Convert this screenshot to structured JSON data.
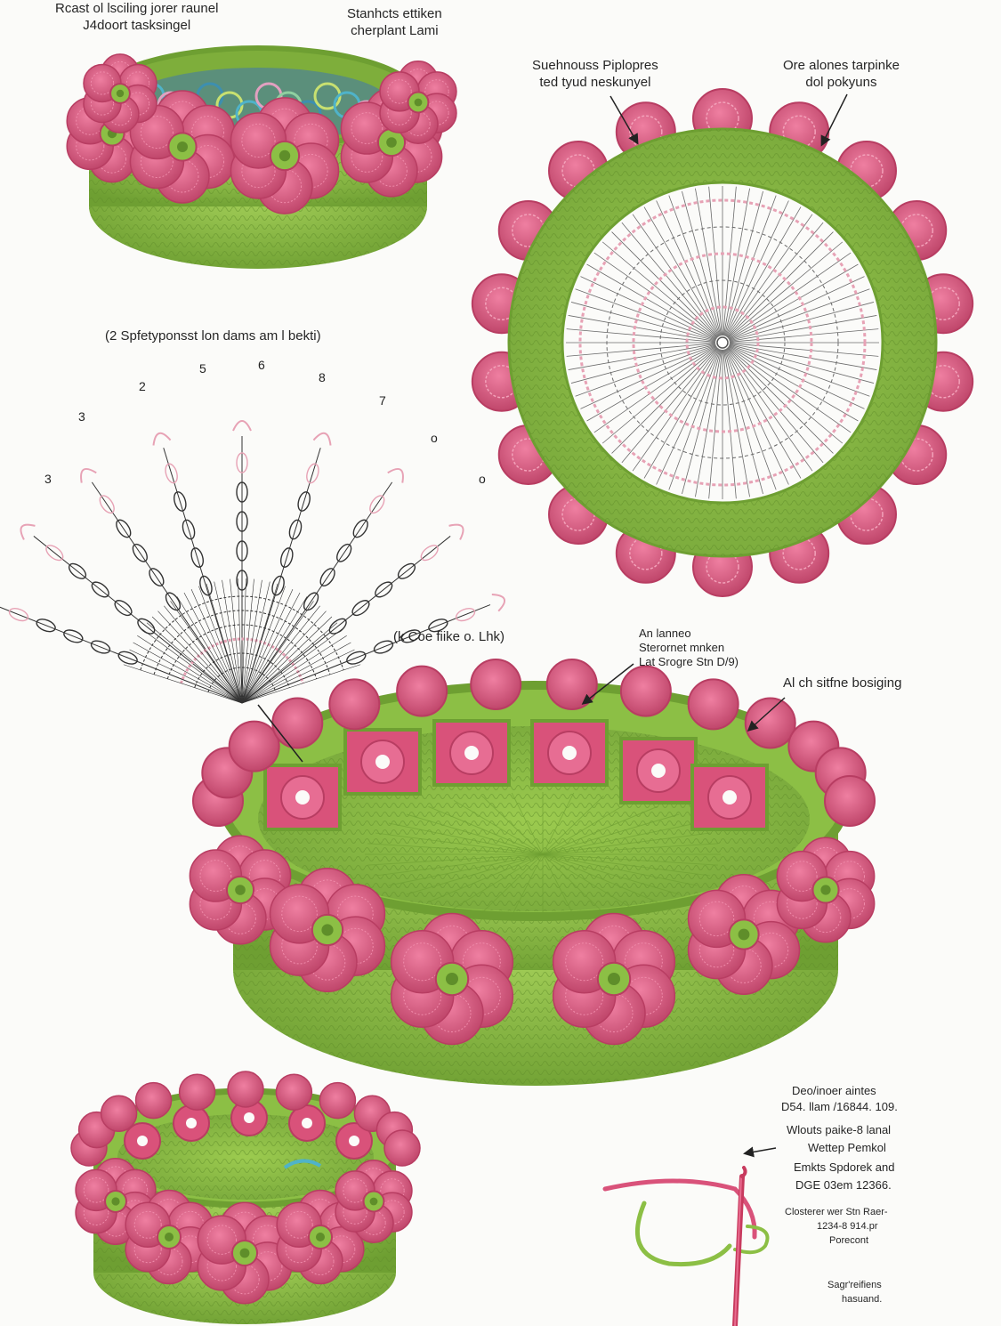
{
  "labels": {
    "top_left": [
      "Rcast ol lsciling jorer raunel",
      "J4doort tasksingel"
    ],
    "top_center": [
      "Stanhcts ettiken",
      "cherplant Lami"
    ],
    "doily_left": [
      "Suehnouss Piplopres",
      "ted tyud neskunyel"
    ],
    "doily_right": [
      "Ore alones tarpinke",
      "dol pokyuns"
    ],
    "chart_title": "(2 Spfetyponsst lon dams am l bekti)",
    "chart_numbers": [
      "3",
      "3",
      "2",
      "5",
      "6",
      "8",
      "7",
      "o",
      "o"
    ],
    "chart_bottom": "(k Coe fiike o. Lhk)",
    "basket_top": [
      "An lanneo",
      "Sterornet mnken",
      "Lat Srogre Stn D/9)"
    ],
    "basket_right": "Al ch sitfne bosiging",
    "notes": [
      "Deo/inoer aintes",
      "D54. llam /16844. 109.",
      "Wlouts paike-8 lanal",
      "Wettep Pemkol",
      "Emkts Spdorek and",
      "DGE 03em 12366.",
      "Closterer wer Stn Raer-",
      "1234-8 914.pr",
      "Porecont",
      "Sagr'reifiens",
      "hasuand."
    ]
  },
  "colors": {
    "yarn_green": "#8cbf45",
    "yarn_green_dark": "#6e9f32",
    "yarn_pink": "#d9527a",
    "yarn_pink_dark": "#b83d62",
    "chart_pink": "#e7a2b5",
    "chart_ink": "#333333"
  },
  "icons": [
    "crochet-hook-icon",
    "arrow-icon"
  ]
}
